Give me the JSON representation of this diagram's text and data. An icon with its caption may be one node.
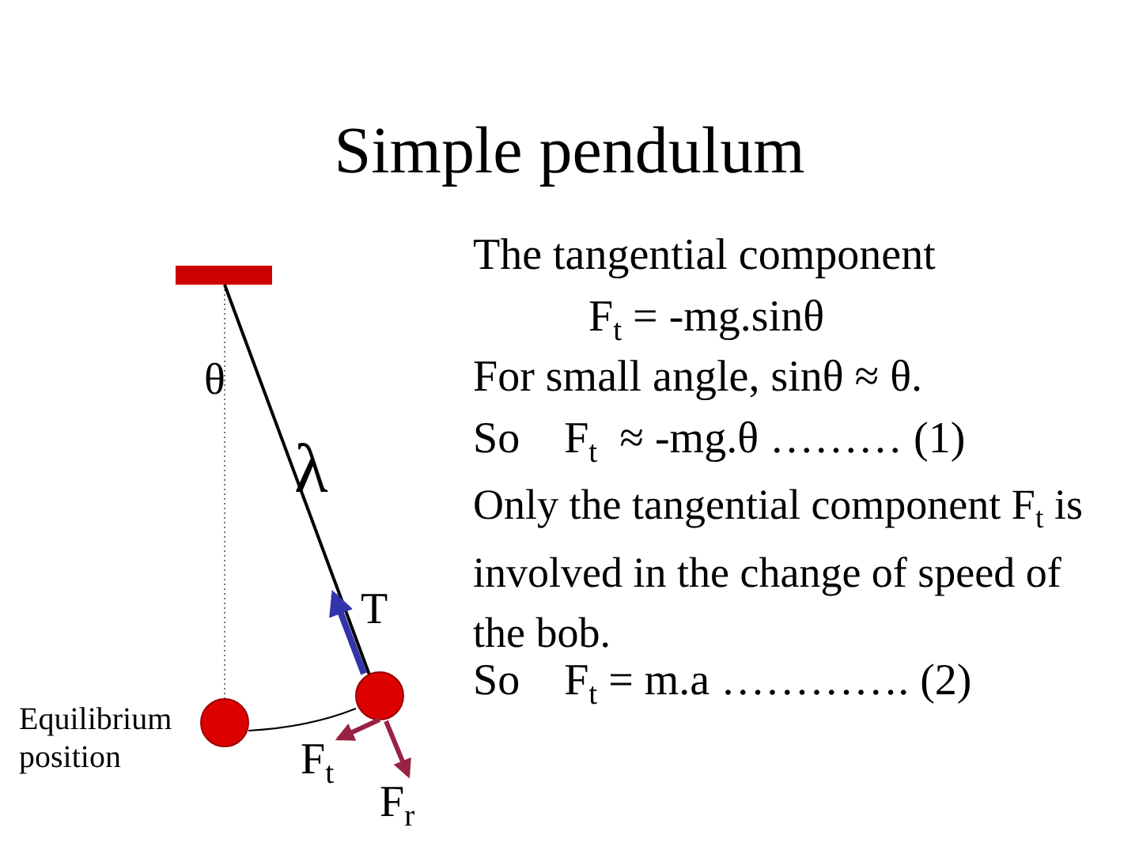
{
  "diagram": {
    "title": "Simple pendulum",
    "labels": [
      "θ",
      "λ",
      "T",
      "Equilibrium position",
      "F$_{t}$",
      "F$_{r}$",
      "The tangential component",
      "F$_{t}$ = -mg.sinθ",
      "For small angle, sinθ ≈ θ.",
      "So    F$_{t}$  ≈ -mg.θ ……… (1)",
      "Only the tangential component F$_{t}$ is involved in the change of speed of the bob.",
      "So    F$_{t}$ = m.a …………. (2)"
    ]
  }
}
